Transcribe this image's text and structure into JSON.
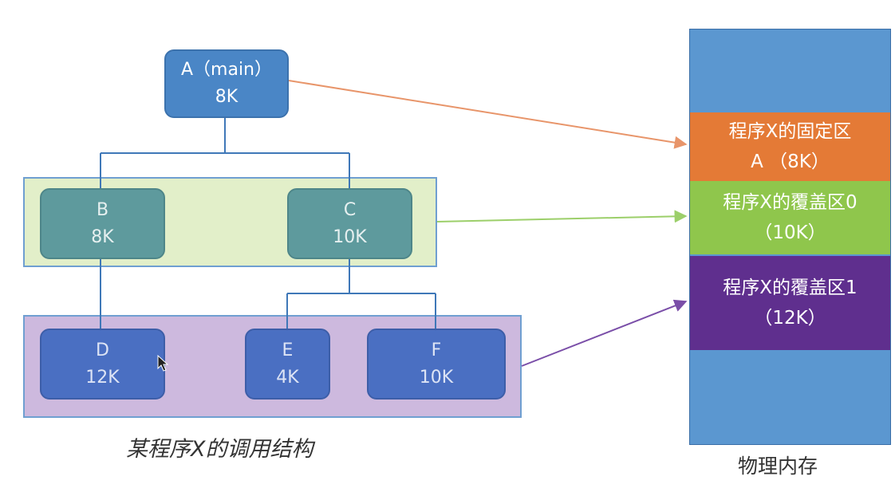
{
  "diagram": {
    "nodes": [
      {
        "id": "A",
        "name": "A（main）",
        "size": "8K"
      },
      {
        "id": "B",
        "name": "B",
        "size": "8K"
      },
      {
        "id": "C",
        "name": "C",
        "size": "10K"
      },
      {
        "id": "D",
        "name": "D",
        "size": "12K"
      },
      {
        "id": "E",
        "name": "E",
        "size": "4K"
      },
      {
        "id": "F",
        "name": "F",
        "size": "10K"
      }
    ],
    "edges": [
      [
        "A",
        "B"
      ],
      [
        "A",
        "C"
      ],
      [
        "B",
        "D"
      ],
      [
        "C",
        "E"
      ],
      [
        "C",
        "F"
      ]
    ],
    "caption": "某程序X的调用结构"
  },
  "memory": {
    "label": "物理内存",
    "blocks": [
      {
        "line1": "程序X的固定区",
        "line2": "A （8K）"
      },
      {
        "line1": "程序X的覆盖区0",
        "line2": "（10K）"
      },
      {
        "line1": "程序X的覆盖区1",
        "line2": "（12K）"
      }
    ]
  },
  "colors": {
    "arrow_fixed": "#e8956a",
    "arrow_overlay0": "#9ccf6a",
    "arrow_overlay1": "#7a4ea8",
    "tree_line": "#3f78b8"
  }
}
